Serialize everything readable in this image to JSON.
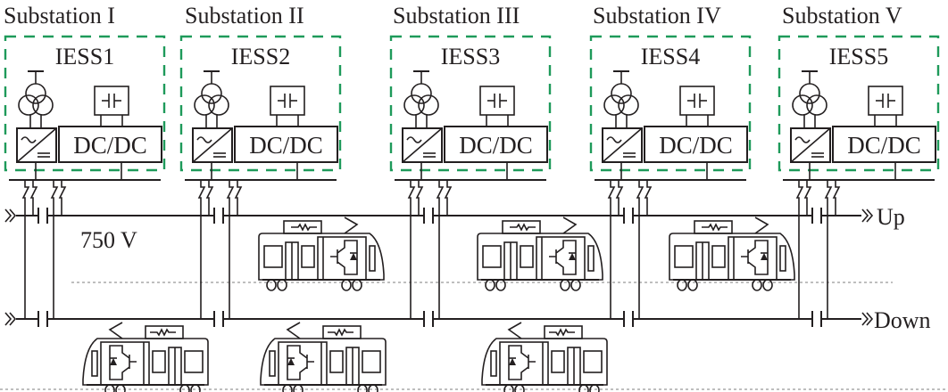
{
  "diagram": {
    "type": "traction-power-supply-schematic",
    "colors": {
      "line": "#231f20",
      "iess_box": "#1e9a5a",
      "track": "#a8a8a8"
    },
    "substations": [
      {
        "title": "Substation I",
        "iess": "IESS1",
        "converter": "DC/DC"
      },
      {
        "title": "Substation II",
        "iess": "IESS2",
        "converter": "DC/DC"
      },
      {
        "title": "Substation III",
        "iess": "IESS3",
        "converter": "DC/DC"
      },
      {
        "title": "Substation IV",
        "iess": "IESS4",
        "converter": "DC/DC"
      },
      {
        "title": "Substation V",
        "iess": "IESS5",
        "converter": "DC/DC"
      }
    ],
    "voltage_label": "750 V",
    "lines": {
      "up": "Up",
      "down": "Down"
    },
    "trains": [
      {
        "line": "up",
        "between": "II-III",
        "direction": "right"
      },
      {
        "line": "up",
        "between": "III-IV",
        "direction": "right"
      },
      {
        "line": "up",
        "between": "IV-V",
        "direction": "right"
      },
      {
        "line": "down",
        "between": "I-II",
        "direction": "left"
      },
      {
        "line": "down",
        "between": "II-III",
        "direction": "left"
      },
      {
        "line": "down",
        "between": "III-IV",
        "direction": "left"
      }
    ],
    "icons": {
      "transformer": "three-winding-transformer-icon",
      "rectifier": "ac-dc-rectifier-icon",
      "storage": "supercapacitor-icon",
      "converter": "dc-dc-converter-icon",
      "train": "train-icon",
      "line_continuation": "break-symbol-icon"
    }
  }
}
